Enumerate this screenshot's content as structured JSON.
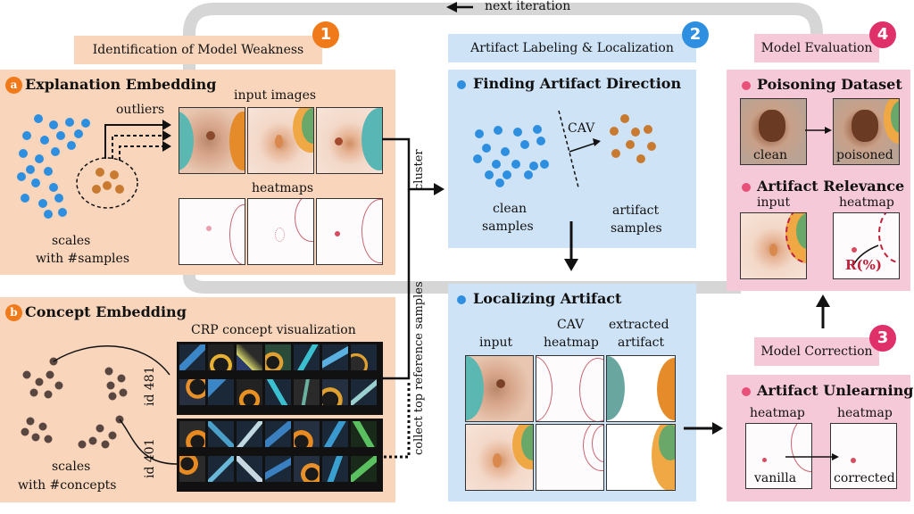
{
  "loop": {
    "label": "next iteration"
  },
  "stages": {
    "s1": {
      "number": "1",
      "label": "Identification of  Model Weakness"
    },
    "s2": {
      "number": "2",
      "label": "Artifact Labeling & Localization"
    },
    "s3": {
      "number": "3",
      "label": "Model Correction"
    },
    "s4": {
      "number": "4",
      "label": "Model Evaluation"
    }
  },
  "explanation": {
    "marker": "a",
    "title": "Explanation Embedding",
    "outliers": "outliers",
    "input_images": "input images",
    "heatmaps": "heatmaps",
    "scales_line1": "scales",
    "scales_line2": "with #samples"
  },
  "concept": {
    "marker": "b",
    "title": "Concept Embedding",
    "crp_label": "CRP concept visualization",
    "id_a": "id 481",
    "id_b": "id 401",
    "scales_line1": "scales",
    "scales_line2": "with #concepts"
  },
  "connectors": {
    "cluster": "cluster",
    "collect": "collect top reference samples"
  },
  "direction": {
    "title": "Finding Artifact Direction",
    "cav": "CAV",
    "clean_line1": "clean",
    "clean_line2": "samples",
    "artifact_line1": "artifact",
    "artifact_line2": "samples"
  },
  "localizing": {
    "title": "Localizing Artifact",
    "col1": "input",
    "col2_line1": "CAV",
    "col2_line2": "heatmap",
    "col3_line1": "extracted",
    "col3_line2": "artifact"
  },
  "poisoning": {
    "title": "Poisoning Dataset",
    "clean": "clean",
    "poisoned": "poisoned"
  },
  "relevance": {
    "title": "Artifact Relevance",
    "input": "input",
    "heatmap": "heatmap",
    "measure": "R(%)"
  },
  "unlearning": {
    "title": "Artifact Unlearning",
    "heatmap1": "heatmap",
    "heatmap2": "heatmap",
    "vanilla": "vanilla",
    "corrected": "corrected"
  },
  "colors": {
    "orange_badge": "#f07a1a",
    "blue_badge": "#2e8fe0",
    "pink_badge": "#e0306a",
    "clean_points": "#2e8fe0",
    "artifact_points": "#c87a30",
    "concept_points": "#5a4640"
  }
}
